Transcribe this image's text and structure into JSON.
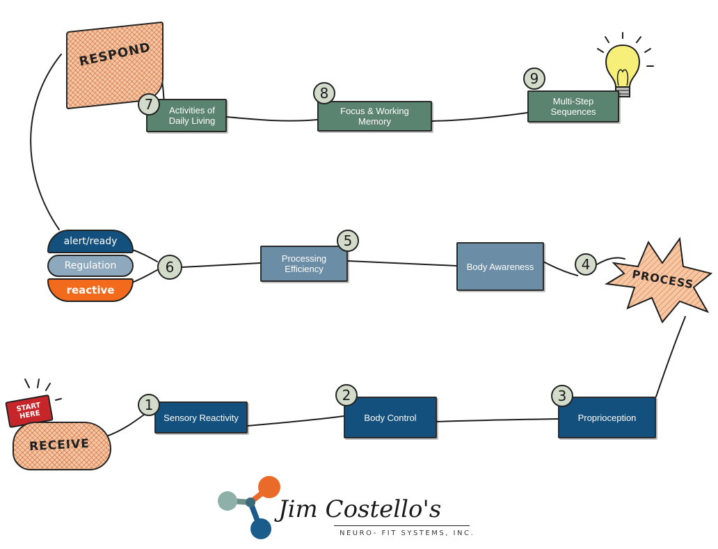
{
  "stages": {
    "receive": "RECEIVE",
    "process": "PROCESS",
    "respond": "RESPOND",
    "start_here": "START HERE"
  },
  "steps": [
    {
      "num": "1",
      "label": "Sensory Reactivity"
    },
    {
      "num": "2",
      "label": "Body Control"
    },
    {
      "num": "3",
      "label": "Proprioception"
    },
    {
      "num": "4",
      "label": "Body Awareness"
    },
    {
      "num": "5",
      "label": "Processing Efficiency"
    },
    {
      "num": "6",
      "label": ""
    },
    {
      "num": "7",
      "label": "Activities of Daily Living"
    },
    {
      "num": "8",
      "label": "Focus & Working Memory"
    },
    {
      "num": "9",
      "label": "Multi-Step Sequences"
    }
  ],
  "regulation": {
    "top": "alert/ready",
    "middle": "Regulation",
    "bottom": "reactive"
  },
  "logo": {
    "name": "Jim Costello's",
    "subtitle": "NEURO- FIT SYSTEMS, INC."
  },
  "colors": {
    "row_top": "#5b8470",
    "row_middle": "#6b8ea6",
    "row_bottom": "#13507e",
    "accent_orange": "#f26b1d",
    "hatch_fill": "#f6c7a4",
    "bulb": "#f6f07a"
  }
}
